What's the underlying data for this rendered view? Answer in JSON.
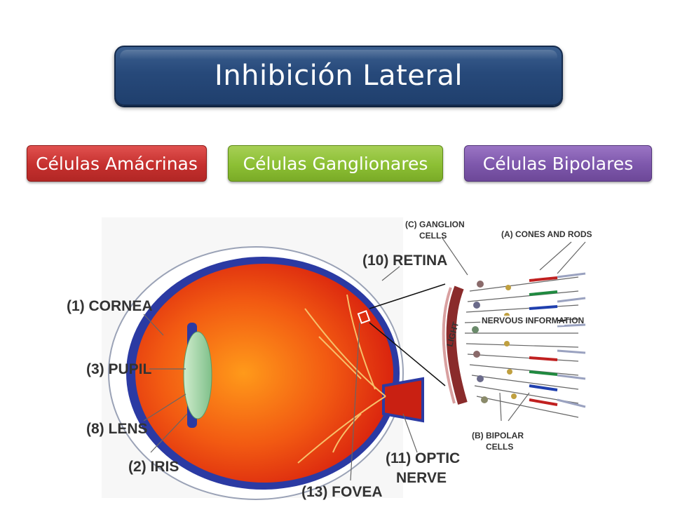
{
  "title": "Inhibición Lateral",
  "buttons": {
    "amacrinas": "Células Amácrinas",
    "ganglionares": "Células Ganglionares",
    "bipolares": "Células Bipolares"
  },
  "diagram": {
    "labels": {
      "cornea": "(1) CORNEA",
      "pupil": "(3) PUPIL",
      "lens": "(8) LENS",
      "iris": "(2) IRIS",
      "retina": "(10) RETINA",
      "fovea": "(13) FOVEA",
      "optic_1": "(11) OPTIC",
      "optic_2": "NERVE",
      "ganglion_1": "(C) GANGLION",
      "ganglion_2": "CELLS",
      "cones": "(A) CONES AND RODS",
      "bipolar_1": "(B) BIPOLAR",
      "bipolar_2": "CELLS",
      "nervous": "NERVOUS INFORMATION",
      "light": "LIGHT"
    }
  },
  "colors": {
    "title_bg": "#27497a",
    "red": "#c5302e",
    "green": "#8cbf34",
    "purple": "#7d57ab"
  }
}
